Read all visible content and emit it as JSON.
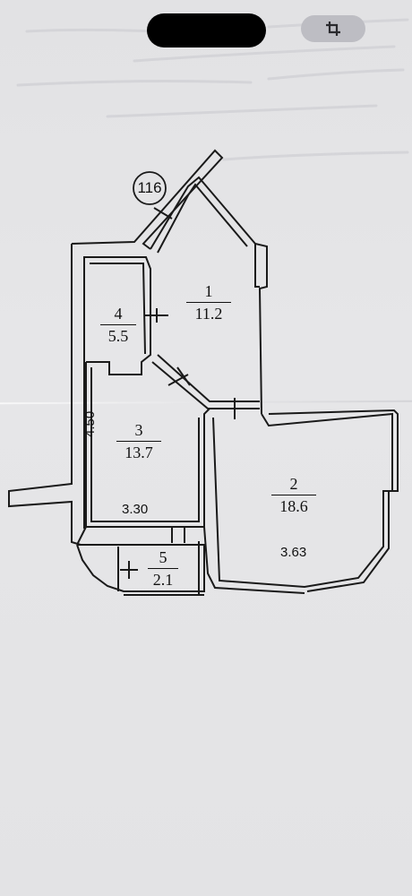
{
  "status_bar": {
    "crop_icon": "crop-icon"
  },
  "plan": {
    "apartment_number": "116",
    "rooms": [
      {
        "id": "room-1",
        "number": "1",
        "area": "11.2"
      },
      {
        "id": "room-2",
        "number": "2",
        "area": "18.6"
      },
      {
        "id": "room-3",
        "number": "3",
        "area": "13.7"
      },
      {
        "id": "room-4",
        "number": "4",
        "area": "5.5"
      },
      {
        "id": "room-5",
        "number": "5",
        "area": "2.1"
      }
    ],
    "dimensions": {
      "room3_height": "4.50",
      "room3_width": "3.30",
      "room2_width": "3.63"
    }
  },
  "colors": {
    "background": "#e4e4e6",
    "ink": "#111111",
    "pill": "#000000",
    "crop_button": "#bdbdc3"
  }
}
